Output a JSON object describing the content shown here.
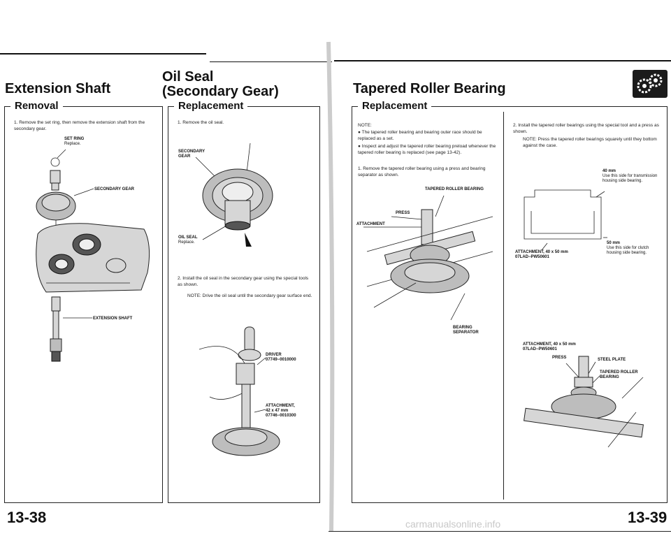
{
  "left_page": {
    "section1": {
      "title": "Extension Shaft",
      "subtitle": "Removal",
      "step1": "1.  Remove the set ring, then remove the extension shaft from the secondary gear.",
      "labels": {
        "set_ring": "SET RING",
        "set_ring_note": "Replace.",
        "secondary_gear": "SECONDARY GEAR",
        "extension_shaft": "EXTENSION SHAFT"
      }
    },
    "section2": {
      "title_line1": "Oil Seal",
      "title_line2": "(Secondary Gear)",
      "subtitle": "Replacement",
      "step1": "1.  Remove the oil seal.",
      "step2": "2.  Install the oil seal in the secondary gear using the special tools as shown.",
      "note": "NOTE:  Drive the oil seal until the secondary gear surface end.",
      "labels": {
        "secondary_gear": "SECONDARY GEAR",
        "oil_seal": "OIL SEAL",
        "oil_seal_note": "Replace.",
        "driver": "DRIVER",
        "driver_pn": "07749−0010000",
        "attachment": "ATTACHMENT,",
        "attachment_size": "42 x 47 mm",
        "attachment_pn": "07746−0010300"
      }
    },
    "page_number": "13-38"
  },
  "right_page": {
    "title": "Tapered Roller Bearing",
    "subtitle": "Replacement",
    "note_heading": "NOTE:",
    "note_bullet1": "The tapered roller bearing and bearing outer race should be replaced as a set.",
    "note_bullet2": "Inspect and adjust the tapered roller bearing preload whenever the tapered roller bearing is replaced (see page 13-42).",
    "step1": "1.  Remove the tapered roller bearing using a press and bearing separator as shown.",
    "step2": "2.  Install the tapered roller bearings using the special tool and a press as shown.",
    "step2_note": "NOTE:  Press the tapered roller bearings squarely until they bottom against the case.",
    "labels": {
      "tapered_roller_bearing": "TAPERED ROLLER BEARING",
      "press": "PRESS",
      "attachment": "ATTACHMENT",
      "bearing_separator_1": "BEARING",
      "bearing_separator_2": "SEPARATOR",
      "dim40": "40 mm",
      "dim40_note": "Use this side for transmission housing side bearing.",
      "dim50": "50 mm",
      "dim50_note": "Use this side for clutch housing side bearing.",
      "attachment_40x50": "ATTACHMENT, 40 x 50 mm",
      "attachment_pn": "07LAD−PW50601",
      "press2": "PRESS",
      "steel_plate": "STEEL PLATE",
      "tapered_roller_bearing2a": "TAPERED ROLLER",
      "tapered_roller_bearing2b": "BEARING"
    },
    "page_number": "13-39"
  },
  "watermark": "carmanualsonline.info"
}
